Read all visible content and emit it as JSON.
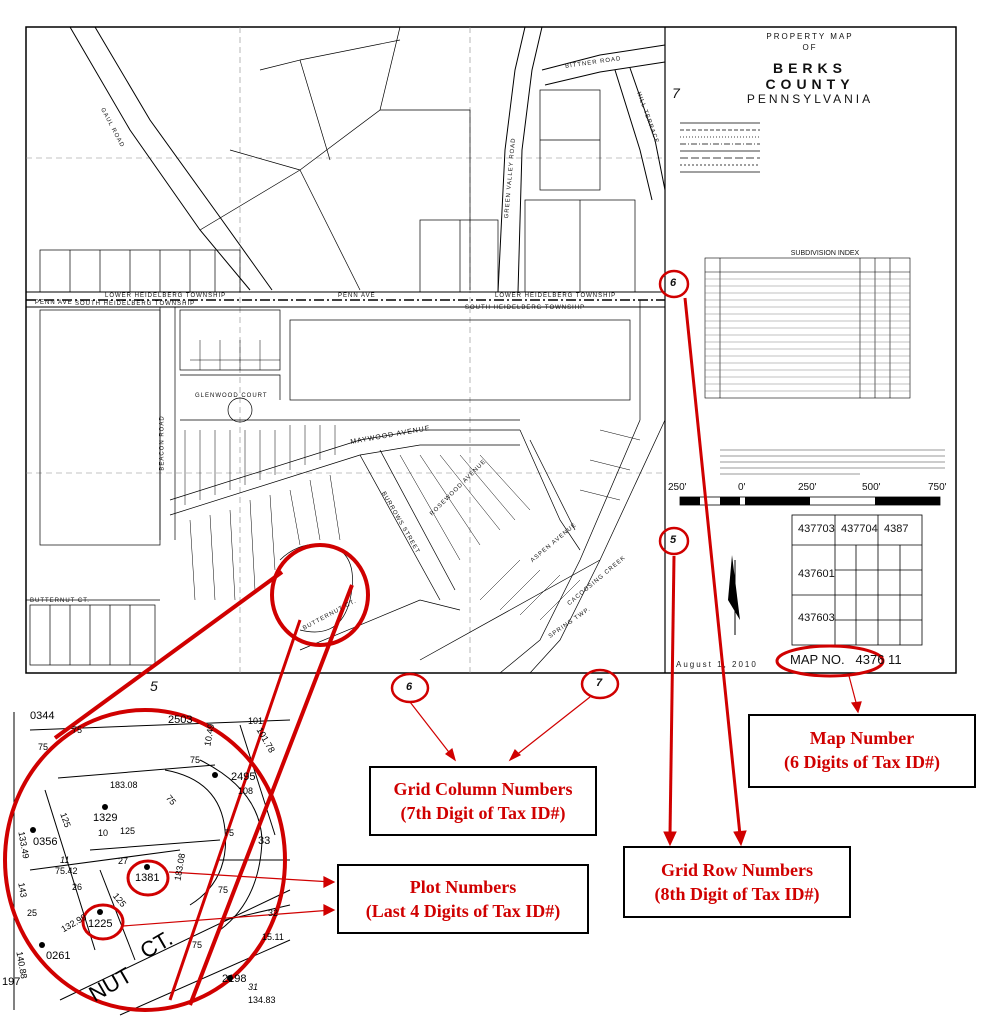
{
  "map": {
    "title_line1": "PROPERTY MAP",
    "title_line2": "OF",
    "county_line1": "BERKS",
    "county_line2": "COUNTY",
    "state": "PENNSYLVANIA",
    "map_no_label": "MAP NO.",
    "map_no_value": "4376 11",
    "date": "August 1, 2010",
    "subdivision_index_title": "SUBDIVISION INDEX",
    "scale_labels": [
      "250'",
      "0'",
      "250'",
      "500'",
      "750'"
    ],
    "key_grid": [
      [
        "437703",
        "437704",
        "4387"
      ],
      [
        "437601",
        "",
        ""
      ],
      [
        "437603",
        "",
        ""
      ]
    ],
    "grid_row_marks": [
      "6",
      "5"
    ],
    "grid_col_marks": [
      "6",
      "7"
    ],
    "corner_marks": [
      "7",
      "5"
    ]
  },
  "streets": {
    "gaul_road": "GAUL ROAD",
    "green_valley_road": "GREEN VALLEY ROAD",
    "bittner_road": "BITTNER ROAD",
    "hill_terrace": "HILL TERRACE",
    "penn_ave_left": "PENN AVE",
    "penn_ave_mid": "PENN AVE",
    "lower_heidelberg_left": "LOWER HEIDELBERG TOWNSHIP",
    "south_heidelberg_left": "SOUTH HEIDELBERG TOWNSHIP",
    "lower_heidelberg_right": "LOWER HEIDELBERG TOWNSHIP",
    "south_heidelberg_right": "SOUTH HEIDELBERG TOWNSHIP",
    "beacon_road": "BEACON ROAD",
    "maywood_avenue": "MAYWOOD AVENUE",
    "glenwood_court": "GLENWOOD COURT",
    "burrows_street": "BURROWS STREET",
    "rosewood_avenue": "ROSEWOOD AVENUE",
    "aspen_avenue": "ASPEN AVENUE",
    "cacoosing_creek": "CACOOSING CREEK",
    "spring_twp": "SPRING TWP.",
    "butternut_ct": "BUTTERNUT CT.",
    "butternut_ct_map": "BUTTERNUT CT."
  },
  "inset": {
    "street_label": "CT.",
    "street_label_part": "NUT",
    "plots": [
      "0344",
      "2503",
      "1329",
      "0356",
      "2495",
      "1381",
      "1225",
      "0261",
      "2198",
      "197"
    ],
    "dimensions": [
      "75",
      "75",
      "183.08",
      "75",
      "125",
      "10",
      "125",
      "11",
      "75.42",
      "26",
      "27",
      "25",
      "132.99",
      "143",
      "140.88",
      "75",
      "75",
      "75",
      "75",
      "108",
      "10.49",
      "183.08",
      "133.49",
      "125",
      "134.83",
      "31",
      "33",
      "32",
      "15.11",
      "101",
      "101.78"
    ]
  },
  "callouts": {
    "map_number_title": "Map Number",
    "map_number_sub": "(6 Digits of Tax ID#)",
    "grid_column_title": "Grid Column Numbers",
    "grid_column_sub": "(7th Digit of Tax ID#)",
    "grid_row_title": "Grid Row Numbers",
    "grid_row_sub": "(8th Digit of Tax ID#)",
    "plot_numbers_title": "Plot Numbers",
    "plot_numbers_sub": "(Last 4 Digits of Tax ID#)"
  },
  "colors": {
    "annotation": "#d00000",
    "ink": "#111111"
  }
}
